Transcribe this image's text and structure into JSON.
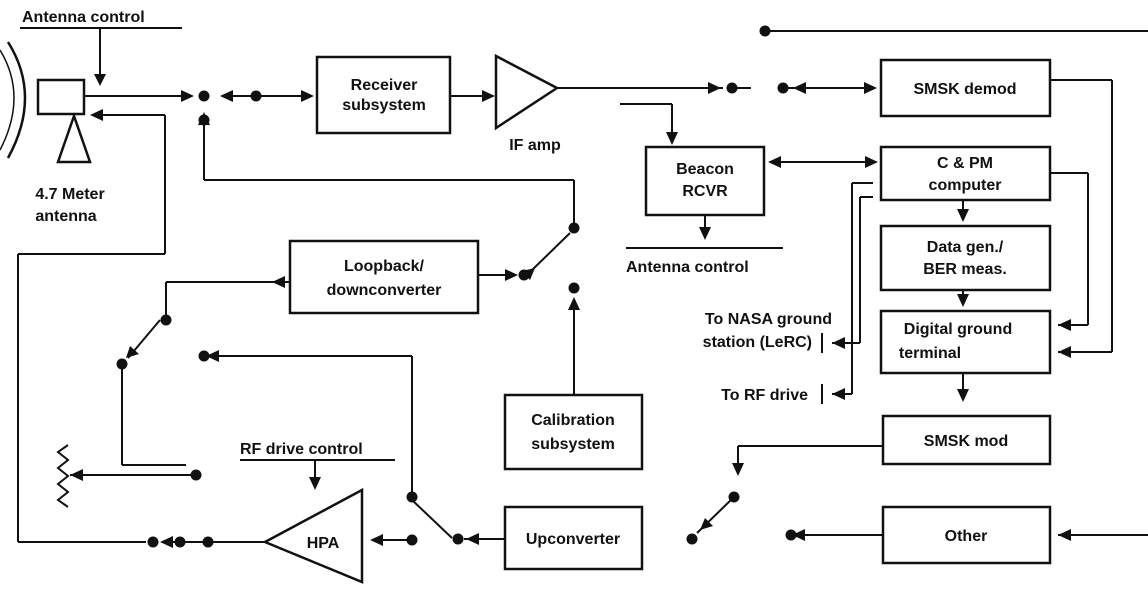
{
  "colors": {
    "ink": "#111111",
    "background": "#ffffff"
  },
  "labels": {
    "antenna_control_top": "Antenna control",
    "antenna_name_1": "4.7 Meter",
    "antenna_name_2": "antenna",
    "if_amp": "IF amp",
    "antenna_control_beacon": "Antenna control",
    "rf_drive_control": "RF drive control",
    "to_nasa_1": "To NASA ground",
    "to_nasa_2": "station (LeRC)",
    "to_rf_drive": "To RF drive"
  },
  "blocks": {
    "receiver_1": "Receiver",
    "receiver_2": "subsystem",
    "smsk_demod": "SMSK demod",
    "beacon_1": "Beacon",
    "beacon_2": "RCVR",
    "cpm_1": "C & PM",
    "cpm_2": "computer",
    "datagen_1": "Data gen./",
    "datagen_2": "BER meas.",
    "dgt_1": "Digital ground",
    "dgt_2": "terminal",
    "loopback_1": "Loopback/",
    "loopback_2": "downconverter",
    "calibration_1": "Calibration",
    "calibration_2": "subsystem",
    "smsk_mod": "SMSK mod",
    "upconverter": "Upconverter",
    "other": "Other",
    "hpa": "HPA"
  }
}
